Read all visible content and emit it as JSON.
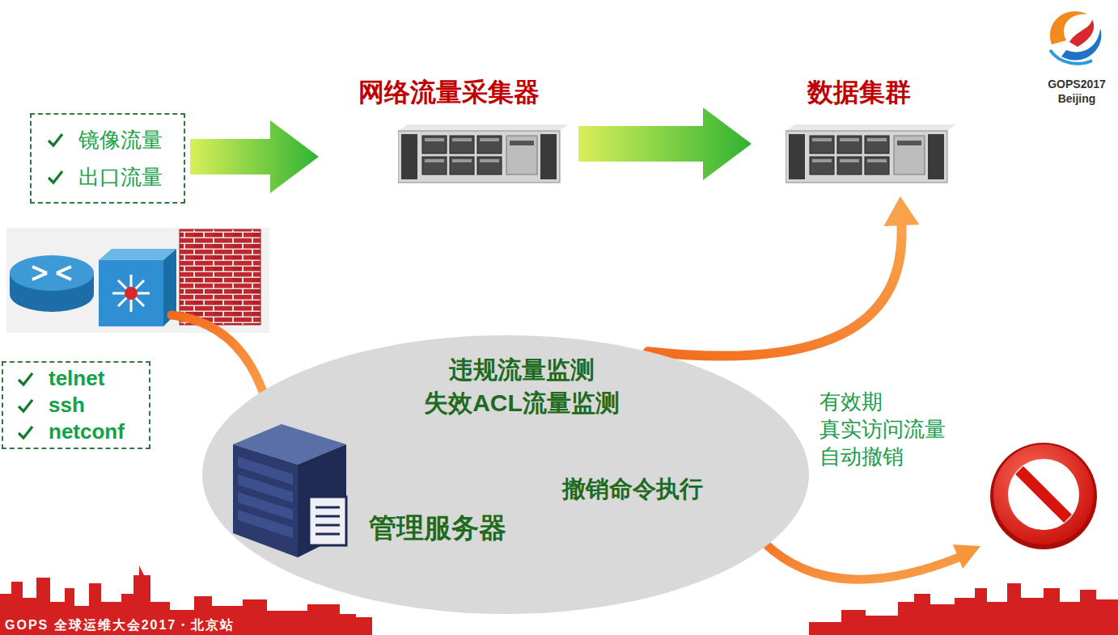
{
  "diagram": {
    "nodes": [
      {
        "text": [
          "镜像流量",
          "出口流量"
        ]
      },
      {
        "text": [
          "网络流量采集器"
        ]
      },
      {
        "text": [
          "数据集群"
        ]
      },
      {
        "text": [
          "telnet",
          "ssh",
          "netconf"
        ]
      },
      {
        "text": [
          "违规流量监测 失效ACL流量监测",
          "撤销命令执行"
        ]
      },
      {
        "text": [
          "管理服务器"
        ],
        "in": 4
      }
    ],
    "edges": [
      {
        "from": 0,
        "to": 1,
        "arrow": "to"
      },
      {
        "from": 1,
        "to": 2,
        "arrow": "to"
      },
      {
        "from": 4,
        "to": 2,
        "arrow": "to"
      }
    ],
    "labels": [
      "有效期 真实访问流量 自动撤销",
      "GOPS2017",
      "Beijing",
      "GOPS 全球运维大会2017・北京站"
    ]
  }
}
